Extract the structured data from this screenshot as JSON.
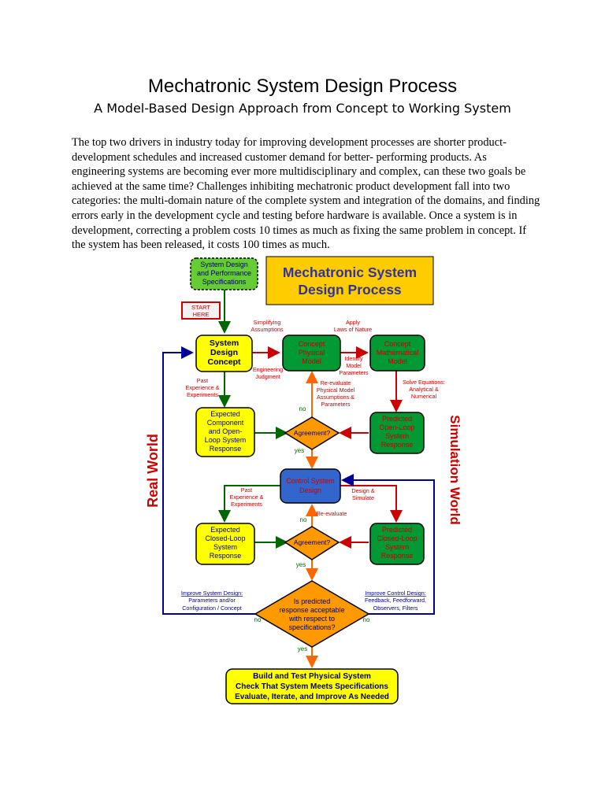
{
  "title": "Mechatronic System Design Process",
  "subtitle": "A Model-Based Design Approach from Concept to Working System",
  "intro": "The top two drivers in industry today for improving development processes are shorter product-development schedules and increased customer demand for better- performing products.  As engineering systems are becoming ever more multidisciplinary and complex, can these two goals be achieved at the same time?  Challenges inhibiting mechatronic product development fall into two categories: the multi-domain nature of the complete system and integration of the domains, and finding errors early in the development cycle and testing before hardware is available.  Once a system is in development, correcting a problem costs 10 times as much as fixing the same problem in concept.  If the system has been released, it costs 100 times as much.",
  "diagram": {
    "banner": [
      "Mechatronic System",
      "Design Process"
    ],
    "spec": [
      "System Design",
      "and Performance",
      "Specifications"
    ],
    "start": [
      "START",
      "HERE"
    ],
    "concept": [
      "System",
      "Design",
      "Concept"
    ],
    "physical": [
      "Concept",
      "Physical",
      "Model"
    ],
    "math": [
      "Concept",
      "Mathematical",
      "Model"
    ],
    "expected_open": [
      "Expected",
      "Component",
      "and Open-",
      "Loop System",
      "Response"
    ],
    "predicted_open": [
      "Predicted",
      "Open-Loop",
      "System",
      "Response"
    ],
    "control": [
      "Control System",
      "Design"
    ],
    "expected_closed": [
      "Expected",
      "Closed-Loop",
      "System",
      "Response"
    ],
    "predicted_closed": [
      "Predicted",
      "Closed-Loop",
      "System",
      "Response"
    ],
    "agreement": "Agreement?",
    "decision": [
      "Is predicted",
      "response acceptable",
      "with respect to",
      "specifications?"
    ],
    "final": [
      "Build and Test Physical System",
      "Check That System Meets Specifications",
      "Evaluate, Iterate, and Improve As Needed"
    ],
    "real_world": "Real World",
    "simulation_world": "Simulation World",
    "simplifying": [
      "Simplifying",
      "Assumptions"
    ],
    "apply_laws": [
      "Apply",
      "Laws of Nature"
    ],
    "engineering_judgment": [
      "Engineering",
      "Judgment"
    ],
    "identify_params": [
      "Identify",
      "Model",
      "Parameters"
    ],
    "solve_eq": [
      "Solve Equations:",
      "Analytical &",
      "Numerical"
    ],
    "past_exp": [
      "Past",
      "Experience &",
      "Experiments"
    ],
    "reevaluate_model": [
      "Re-evaluate",
      "Physical Model",
      "Assumptions &",
      "Parameters"
    ],
    "past_exp2": [
      "Past",
      "Experience &",
      "Experiments"
    ],
    "design_simulate": [
      "Design &",
      "Simulate"
    ],
    "reevaluate": "Re-evaluate",
    "improve_system": [
      "Improve System Design:",
      "Parameters and/or",
      "Configuration / Concept"
    ],
    "improve_control": [
      "Improve Control Design:",
      "Feedback, Feedforward,",
      "Observers, Filters"
    ],
    "no": "no",
    "yes": "yes"
  },
  "colors": {
    "yellow": "#ffff00",
    "green": "#009933",
    "blue": "#3366cc",
    "orange": "#ff9900",
    "banner": "#ffcc00",
    "spec_green": "#66cc33",
    "red_label": "#cc0000",
    "navy": "#000099"
  }
}
